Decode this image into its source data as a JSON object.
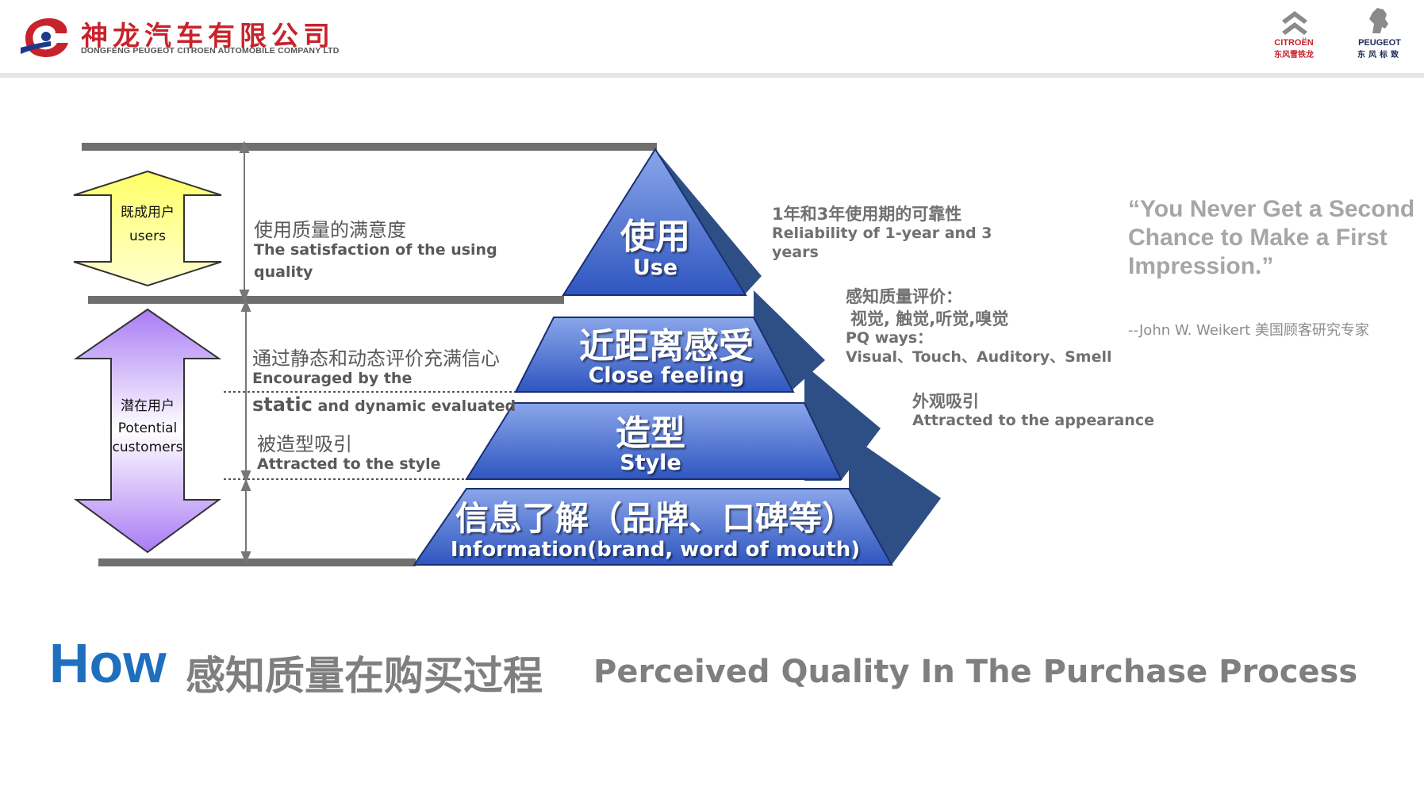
{
  "header": {
    "company_cn": "神龙汽车有限公司",
    "company_en": "DONGFENG PEUGEOT CITROEN AUTOMOBILE COMPANY LTD",
    "citroen_en": "CITROËN",
    "citroen_cn": "东风雪铁龙",
    "peugeot_en": "PEUGEOT",
    "peugeot_cn": "东风标致",
    "brand_color": "#c8232c"
  },
  "arrows": {
    "existing_users_cn": "既成用户",
    "existing_users_en": "users",
    "potential_cn": "潜在用户",
    "potential_en_1": "Potential",
    "potential_en_2": "customers",
    "existing_color": "#ffff80",
    "potential_color": "#b58cf5"
  },
  "sections": {
    "satisfaction_cn": "使用质量的满意度",
    "satisfaction_en_1": "The satisfaction of the using",
    "satisfaction_en_2": "quality",
    "confidence_cn": "通过静态和动态评价充满信心",
    "confidence_en_1": "Encouraged by the",
    "confidence_en_2_strong": "static",
    "confidence_en_2_rest": " and dynamic evaluated",
    "style_cn": "被造型吸引",
    "style_en": "Attracted to the style"
  },
  "pyramid": {
    "level1_cn": "使用",
    "level1_en": "Use",
    "level2_cn": "近距离感受",
    "level2_en": "Close feeling",
    "level3_cn": "造型",
    "level3_en": "Style",
    "level4_cn": "信息了解（品牌、口碑等）",
    "level4_en": "Information(brand, word of mouth)",
    "face_color": "#4a6fd0",
    "side_color": "#2e4f86"
  },
  "notes": {
    "reliability_cn": "1年和3年使用期的可靠性",
    "reliability_en_1": "Reliability of 1-year and 3",
    "reliability_en_2": "years",
    "pq_cn_1": "感知质量评价：",
    "pq_cn_2": "视觉, 触觉,听觉,嗅觉",
    "pq_en_1": "PQ ways：",
    "pq_en_2": "Visual、Touch、Auditory、Smell",
    "appearance_cn": "外观吸引",
    "appearance_en": "Attracted to the appearance"
  },
  "quote": {
    "text": "“You Never Get a Second Chance to Make a First Impression.”",
    "author": "--John W. Weikert 美国顾客研究专家"
  },
  "footer": {
    "how": "How",
    "title_cn": "感知质量在购买过程",
    "title_en": "Perceived Quality In The Purchase Process",
    "how_color": "#1f6fbf"
  }
}
